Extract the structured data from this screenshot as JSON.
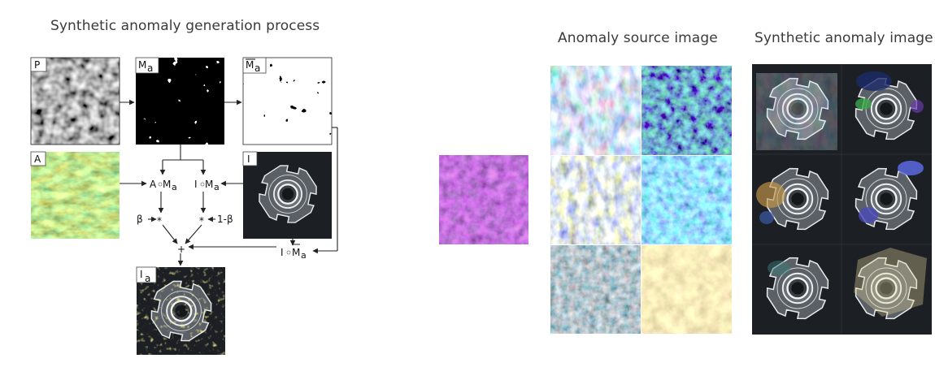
{
  "titles": {
    "process": "Synthetic anomaly generation process",
    "source": "Anomaly source image",
    "synthetic": "Synthetic anomaly image"
  },
  "tags": {
    "perlin": "P",
    "mask": "M",
    "mask_sub": "a",
    "mask_inv": "M",
    "mask_inv_sub": "a",
    "anomaly": "A",
    "input": "I",
    "output": "I",
    "output_sub": "a"
  },
  "operations": {
    "a_times_m": "A",
    "a_times_m_mask": "M",
    "a_times_m_sub": "a",
    "i_times_m": "I",
    "i_times_m_mask": "M",
    "i_times_m_sub": "a",
    "i_times_minv": "I",
    "i_times_minv_mask": "M",
    "i_times_minv_sub": "a",
    "beta": "β",
    "one_minus_beta": "1-β",
    "star": "*",
    "plus": "+"
  },
  "colors": {
    "background": "#ffffff",
    "arrow": "#222222",
    "dark_tile": "#1c1f24"
  }
}
